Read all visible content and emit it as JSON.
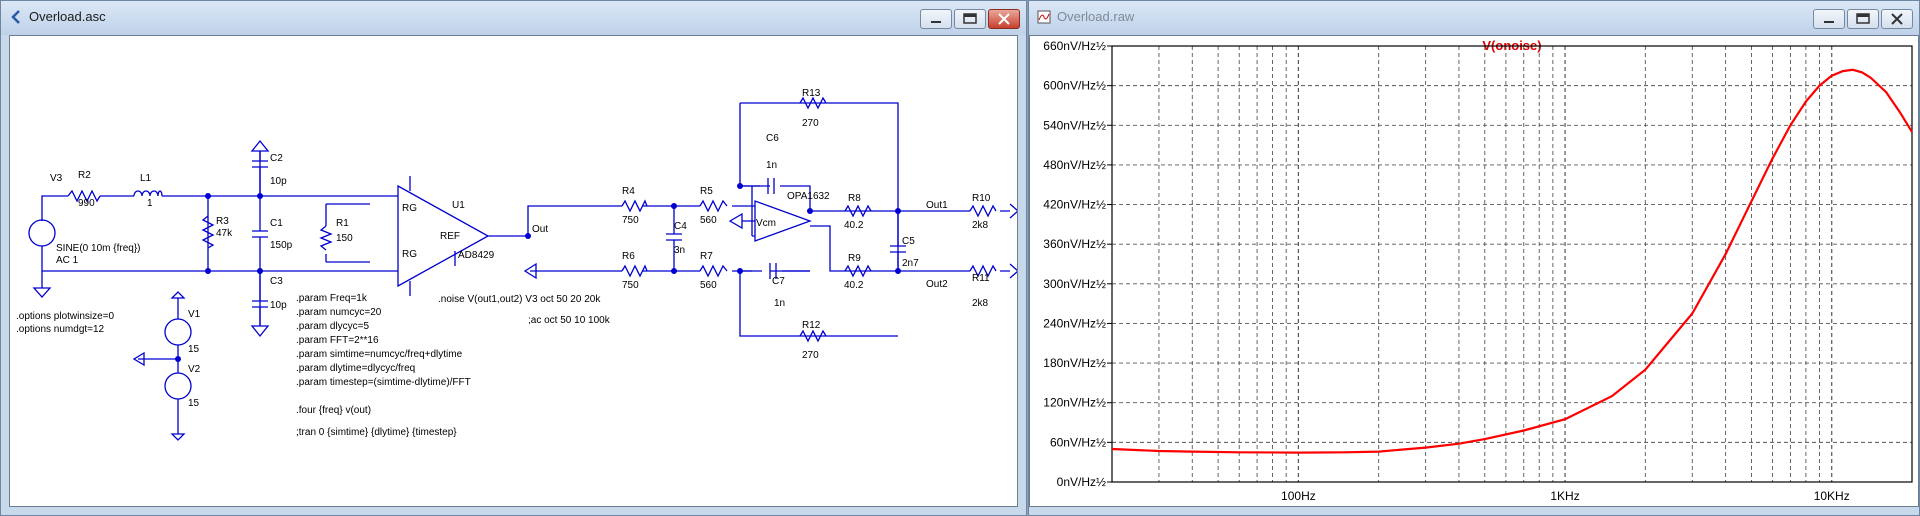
{
  "schematic_window": {
    "title": "Overload.asc",
    "controls": [
      "minimize",
      "maximize",
      "close"
    ],
    "components": {
      "V3": {
        "ref": "V3",
        "value": "SINE(0 10m {freq})",
        "ac": "AC 1"
      },
      "R2": {
        "ref": "R2",
        "value": "990"
      },
      "L1": {
        "ref": "L1",
        "value": "1"
      },
      "R3": {
        "ref": "R3",
        "value": "47k"
      },
      "C2": {
        "ref": "C2",
        "value": "10p"
      },
      "C1": {
        "ref": "C1",
        "value": "150p"
      },
      "C3": {
        "ref": "C3",
        "value": "10p"
      },
      "R1": {
        "ref": "R1",
        "value": "150"
      },
      "U1": {
        "ref": "U1",
        "part": "AD8429",
        "rg1": "RG",
        "rg2": "RG",
        "refpin": "REF",
        "out": "Out"
      },
      "R4": {
        "ref": "R4",
        "value": "750"
      },
      "R5": {
        "ref": "R5",
        "value": "560"
      },
      "R6": {
        "ref": "R6",
        "value": "750"
      },
      "R7": {
        "ref": "R7",
        "value": "560"
      },
      "C4": {
        "ref": "C4",
        "value": "3n"
      },
      "C6": {
        "ref": "C6",
        "value": "1n"
      },
      "C7": {
        "ref": "C7",
        "value": "1n"
      },
      "R13": {
        "ref": "R13",
        "value": "270"
      },
      "R12": {
        "ref": "R12",
        "value": "270"
      },
      "U2": {
        "part": "OPA1632",
        "vcm": "Vcm"
      },
      "R8": {
        "ref": "R8",
        "value": "40.2"
      },
      "R9": {
        "ref": "R9",
        "value": "40.2"
      },
      "C5": {
        "ref": "C5",
        "value": "2n7"
      },
      "R10": {
        "ref": "R10",
        "value": "2k8"
      },
      "R11": {
        "ref": "R11",
        "value": "2k8"
      },
      "V1": {
        "ref": "V1",
        "value": "15"
      },
      "V2": {
        "ref": "V2",
        "value": "15"
      }
    },
    "nets": {
      "out1": "Out1",
      "out2": "Out2"
    },
    "options": [
      ".options plotwinsize=0",
      ".options numdgt=12"
    ],
    "params": [
      ".param Freq=1k",
      ".param numcyc=20",
      ".param dlycyc=5",
      ".param FFT=2**16",
      ".param simtime=numcyc/freq+dlytime",
      ".param dlytime=dlycyc/freq",
      ".param timestep=(simtime-dlytime)/FFT"
    ],
    "four": ".four {freq} v(out)",
    "tran": ";tran 0 {simtime} {dlytime} {timestep}",
    "noise": ".noise V(out1,out2) V3 oct 50 20 20k",
    "ac": ";ac oct 50 10 100k"
  },
  "plot_window": {
    "title": "Overload.raw",
    "controls": [
      "minimize",
      "maximize",
      "close"
    ],
    "trace_color": "#ff0000",
    "chart_data": {
      "type": "line",
      "title": "V(onoise)",
      "xscale": "log",
      "xlim": [
        20,
        20000
      ],
      "ylim": [
        0,
        660
      ],
      "yunit": "nV/Hz½",
      "x_tick_labels": [
        "100Hz",
        "1KHz",
        "10KHz"
      ],
      "y_tick_labels": [
        "660nV/Hz½",
        "600nV/Hz½",
        "540nV/Hz½",
        "480nV/Hz½",
        "420nV/Hz½",
        "360nV/Hz½",
        "300nV/Hz½",
        "240nV/Hz½",
        "180nV/Hz½",
        "120nV/Hz½",
        "60nV/Hz½",
        "0nV/Hz½"
      ],
      "grid": true,
      "series": [
        {
          "name": "V(onoise)",
          "x": [
            20,
            30,
            40,
            60,
            100,
            150,
            200,
            300,
            400,
            500,
            700,
            1000,
            1500,
            2000,
            3000,
            4000,
            5000,
            6000,
            7000,
            8000,
            9000,
            10000,
            11000,
            12000,
            13000,
            14000,
            16000,
            18000,
            20000
          ],
          "y": [
            50,
            47,
            46,
            45,
            44.5,
            45,
            46,
            52,
            58,
            65,
            78,
            95,
            130,
            170,
            255,
            345,
            425,
            490,
            540,
            576,
            600,
            615,
            622,
            624,
            620,
            612,
            590,
            560,
            530
          ]
        }
      ]
    }
  }
}
